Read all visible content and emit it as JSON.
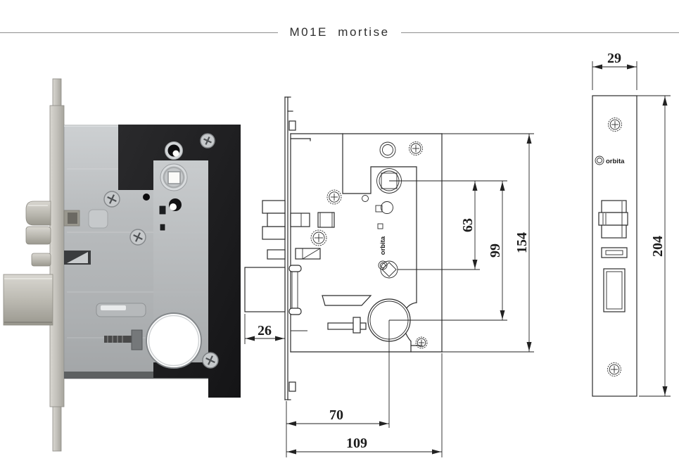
{
  "title": "M01E  mortise",
  "brand": {
    "logo_text": "orbita"
  },
  "drawing": {
    "front_view": {
      "dim_bolt_throw": "26",
      "dim_backset": "70",
      "dim_case_depth": "109",
      "dim_hub_to_follower": "63",
      "dim_hub_to_cylinder": "99",
      "dim_case_height": "154"
    },
    "faceplate_view": {
      "dim_width": "29",
      "dim_height": "204"
    }
  },
  "colors": {
    "background": "#ffffff",
    "line": "#2b2b2b",
    "metal_light": "#d8dbdd",
    "metal_mid": "#b4b7b9",
    "metal_dark": "#8f9294",
    "black_plate": "#1d1d1f"
  }
}
